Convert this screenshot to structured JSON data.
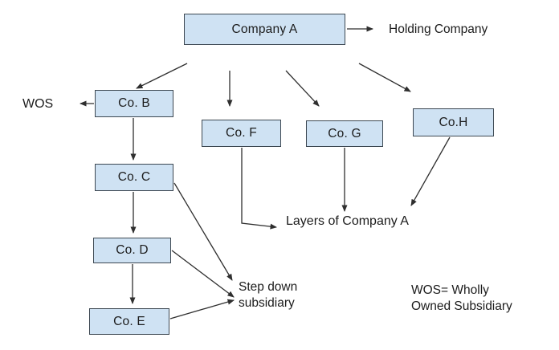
{
  "diagram": {
    "nodes": {
      "company_a": "Company A",
      "co_b": "Co. B",
      "co_c": "Co. C",
      "co_d": "Co. D",
      "co_e": "Co. E",
      "co_f": "Co. F",
      "co_g": "Co. G",
      "co_h": "Co.H"
    },
    "labels": {
      "holding_company": "Holding Company",
      "wos": "WOS",
      "layers": "Layers of Company A",
      "step_down": "Step down\nsubsidiary",
      "legend": "WOS= Wholly\nOwned Subsidiary"
    },
    "edges": [
      {
        "from": "company_a",
        "to": "holding_company"
      },
      {
        "from": "company_a",
        "to": "co_b"
      },
      {
        "from": "company_a",
        "to": "co_f"
      },
      {
        "from": "company_a",
        "to": "co_g"
      },
      {
        "from": "company_a",
        "to": "co_h"
      },
      {
        "from": "co_b",
        "to": "wos"
      },
      {
        "from": "co_b",
        "to": "co_c"
      },
      {
        "from": "co_c",
        "to": "co_d"
      },
      {
        "from": "co_d",
        "to": "co_e"
      },
      {
        "from": "co_c",
        "to": "step_down"
      },
      {
        "from": "co_d",
        "to": "step_down"
      },
      {
        "from": "co_e",
        "to": "step_down"
      },
      {
        "from": "co_f",
        "to": "layers"
      },
      {
        "from": "co_g",
        "to": "layers"
      },
      {
        "from": "co_h",
        "to": "layers"
      }
    ],
    "colors": {
      "node_fill": "#cfe2f3",
      "node_border": "#3d4852",
      "arrow": "#2f2f2f",
      "text": "#1c1c1c",
      "background": "#ffffff"
    }
  }
}
